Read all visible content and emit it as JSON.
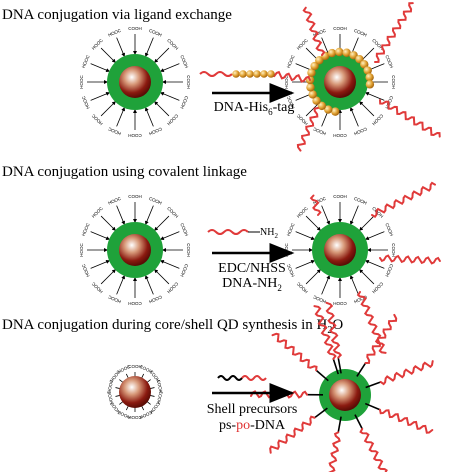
{
  "sections": [
    {
      "title": "DNA conjugation via ligand exchange",
      "reagent": "DNA-His",
      "reagent_sub": "6",
      "reagent_suffix": "-tag"
    },
    {
      "title": "DNA conjugation using covalent linkage",
      "reagent_top": "NH",
      "reagent_top_sub": "2",
      "reagent_line1": "EDC/NHSS",
      "reagent_line2": "DNA-NH",
      "reagent_line2_sub": "2"
    },
    {
      "title": "DNA conjugation during core/shell QD synthesis in H",
      "title_sub": "2",
      "title_end": "O",
      "reagent_line1": "Shell precursors",
      "reagent_line2_a": "ps-",
      "reagent_line2_b": "po",
      "reagent_line2_c": "-DNA"
    }
  ],
  "ligand_labels": {
    "cooh": "COOH",
    "hooc": "HOOC"
  },
  "colors": {
    "shell": "#1fa23a",
    "core": "#8b1a10",
    "dna": "#e03a3a",
    "his_tag": "#e0a030",
    "arrow": "#000000"
  }
}
